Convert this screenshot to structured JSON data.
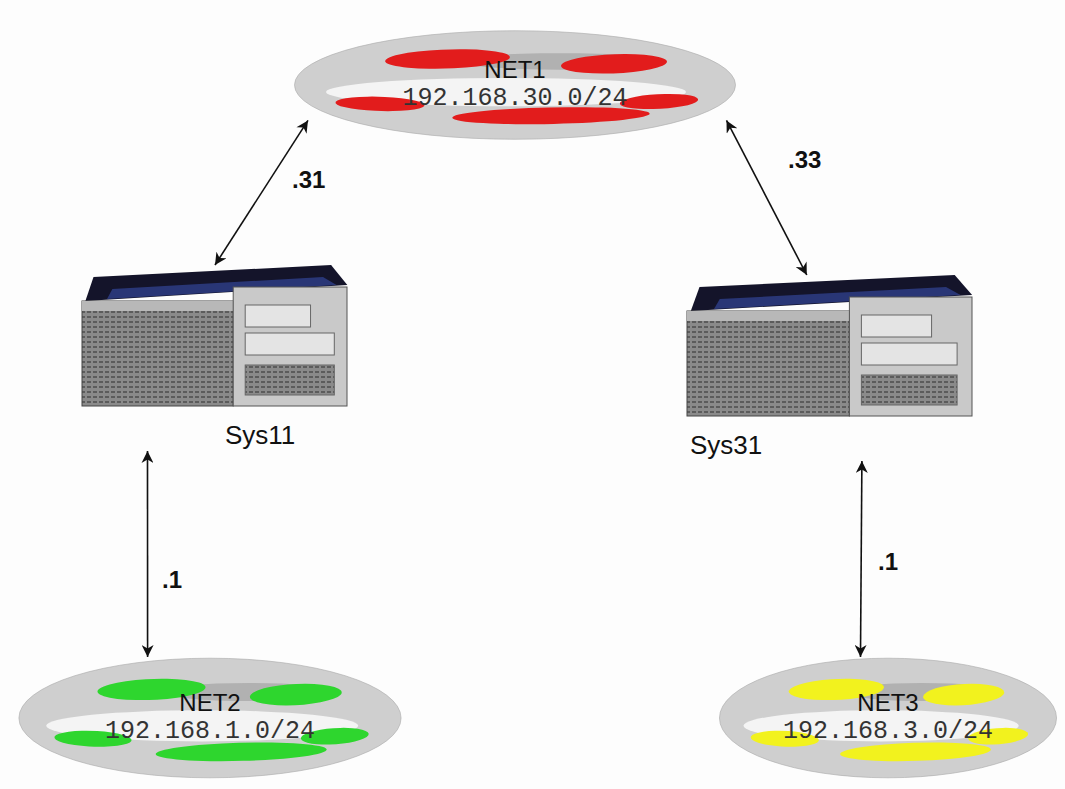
{
  "diagram": {
    "nodes": [
      {
        "text": [
          "NET1",
          "192.168.30.0/24"
        ]
      },
      {
        "text": [
          "Sys11"
        ]
      },
      {
        "text": [
          "Sys31"
        ]
      },
      {
        "text": [
          "NET2",
          "192.168.1.0/24"
        ]
      },
      {
        "text": [
          "NET3",
          "192.168.3.0/24"
        ]
      }
    ],
    "edges": [
      {
        "from": 0,
        "to": 1,
        "label": ".31",
        "arrow": "both"
      },
      {
        "from": 0,
        "to": 2,
        "label": ".33",
        "arrow": "both"
      },
      {
        "from": 1,
        "to": 3,
        "label": ".1",
        "arrow": "both"
      },
      {
        "from": 2,
        "to": 4,
        "label": ".1",
        "arrow": "both"
      }
    ]
  }
}
